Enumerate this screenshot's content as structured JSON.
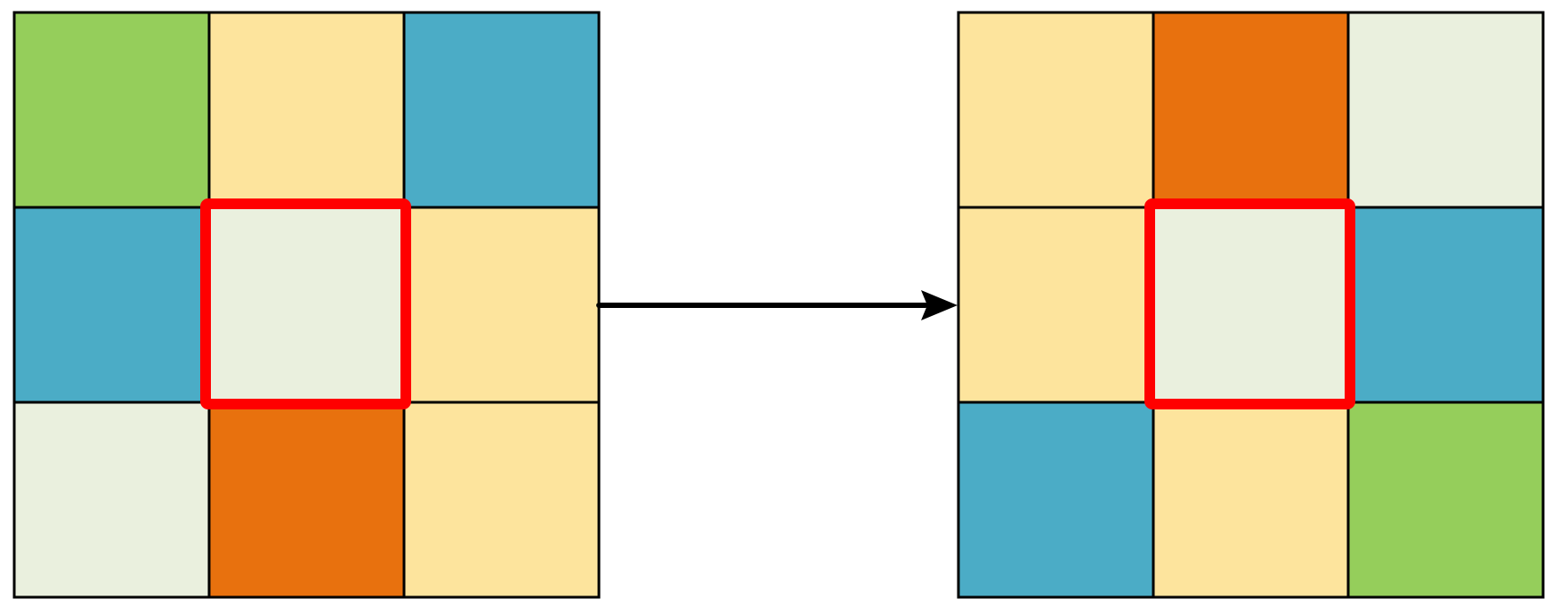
{
  "colors": {
    "green": "#95CE5B",
    "yellow": "#FDE49D",
    "blue": "#4BACC6",
    "pale": "#EAF0DE",
    "orange": "#E8710E",
    "grid_line": "#000000",
    "highlight": "#FF0000",
    "arrow": "#000000"
  },
  "left_grid": {
    "cells": [
      [
        "green",
        "yellow",
        "blue"
      ],
      [
        "blue",
        "pale",
        "yellow"
      ],
      [
        "pale",
        "orange",
        "yellow"
      ]
    ],
    "highlight": {
      "row": 1,
      "col": 1
    }
  },
  "right_grid": {
    "cells": [
      [
        "yellow",
        "orange",
        "pale"
      ],
      [
        "yellow",
        "pale",
        "blue"
      ],
      [
        "blue",
        "yellow",
        "green"
      ]
    ],
    "highlight": {
      "row": 1,
      "col": 1
    }
  },
  "connector": {
    "direction": "left-to-right"
  }
}
